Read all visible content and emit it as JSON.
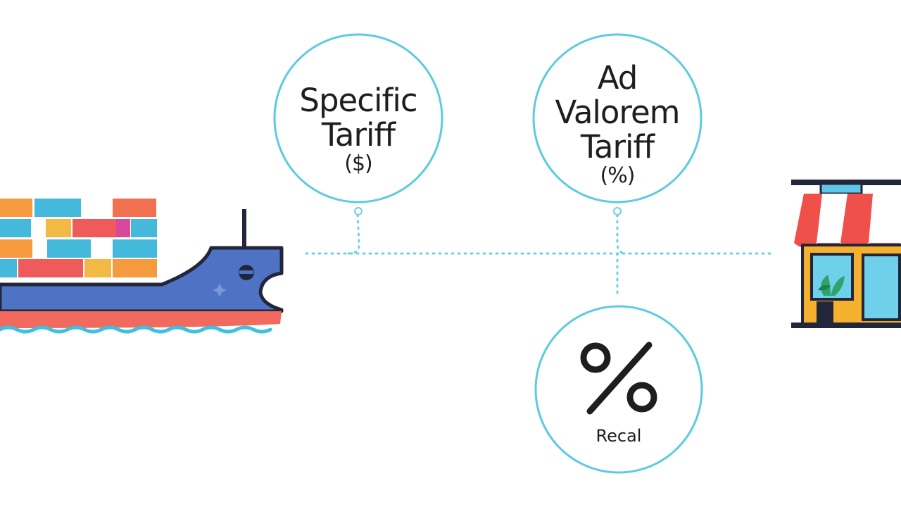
{
  "nodes": {
    "specific": {
      "title_line1": "Specific",
      "title_line2": "Tariff",
      "symbol": "($)"
    },
    "ad_valorem": {
      "title_line1": "Ad",
      "title_line2": "Valorem",
      "title_line3": "Tariff",
      "symbol": "(%)"
    },
    "percent": {
      "symbol": "%",
      "caption": "Recal"
    }
  },
  "icons": {
    "ship": "container-ship-icon",
    "store": "storefront-icon",
    "percent": "percent-icon"
  },
  "colors": {
    "circle_outline": "#5ccbe0",
    "connector": "#6fd0e2",
    "hull_blue": "#4f73c4",
    "hull_red": "#f26a5e",
    "water": "#3fc0de",
    "awning_red": "#f0504a",
    "store_wall": "#f5b12e",
    "store_window": "#6fd0ec"
  }
}
